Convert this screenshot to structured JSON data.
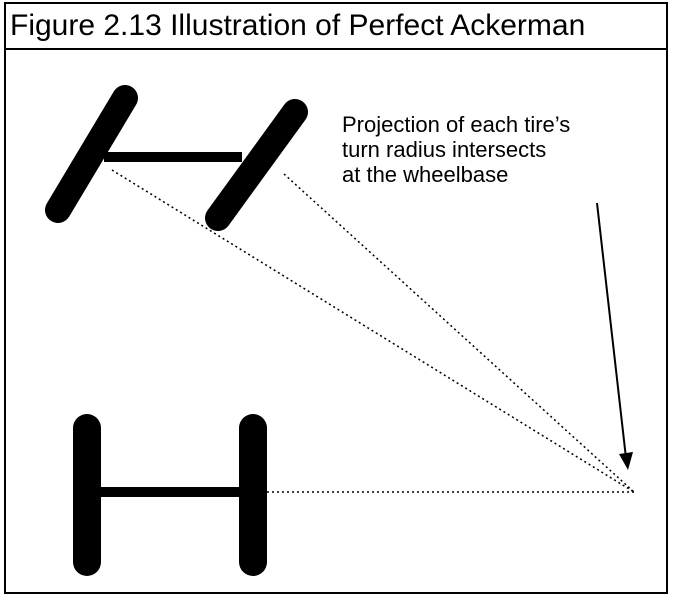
{
  "figure": {
    "title": "Figure 2.13  Illustration of Perfect Ackerman"
  },
  "annotation": {
    "lines": [
      "Projection of each tire’s",
      "turn radius intersects",
      "at the wheelbase"
    ]
  },
  "colors": {
    "ink": "#000000",
    "background": "#ffffff"
  }
}
